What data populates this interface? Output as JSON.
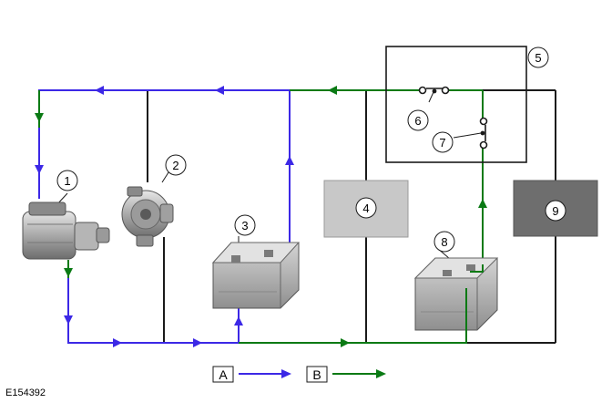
{
  "figure_id": "E154392",
  "legend": {
    "a": {
      "label": "A",
      "color": "#3c28e6"
    },
    "b": {
      "label": "B",
      "color": "#0a7a14"
    }
  },
  "callouts": [
    "1",
    "2",
    "3",
    "4",
    "5",
    "6",
    "7",
    "8",
    "9"
  ],
  "colors": {
    "flow_a": "#3c28e6",
    "flow_b": "#0a7a14",
    "wire": "#1a1a1a",
    "box4_fill": "#c8c8c8",
    "box9_fill": "#6e6e6e"
  }
}
